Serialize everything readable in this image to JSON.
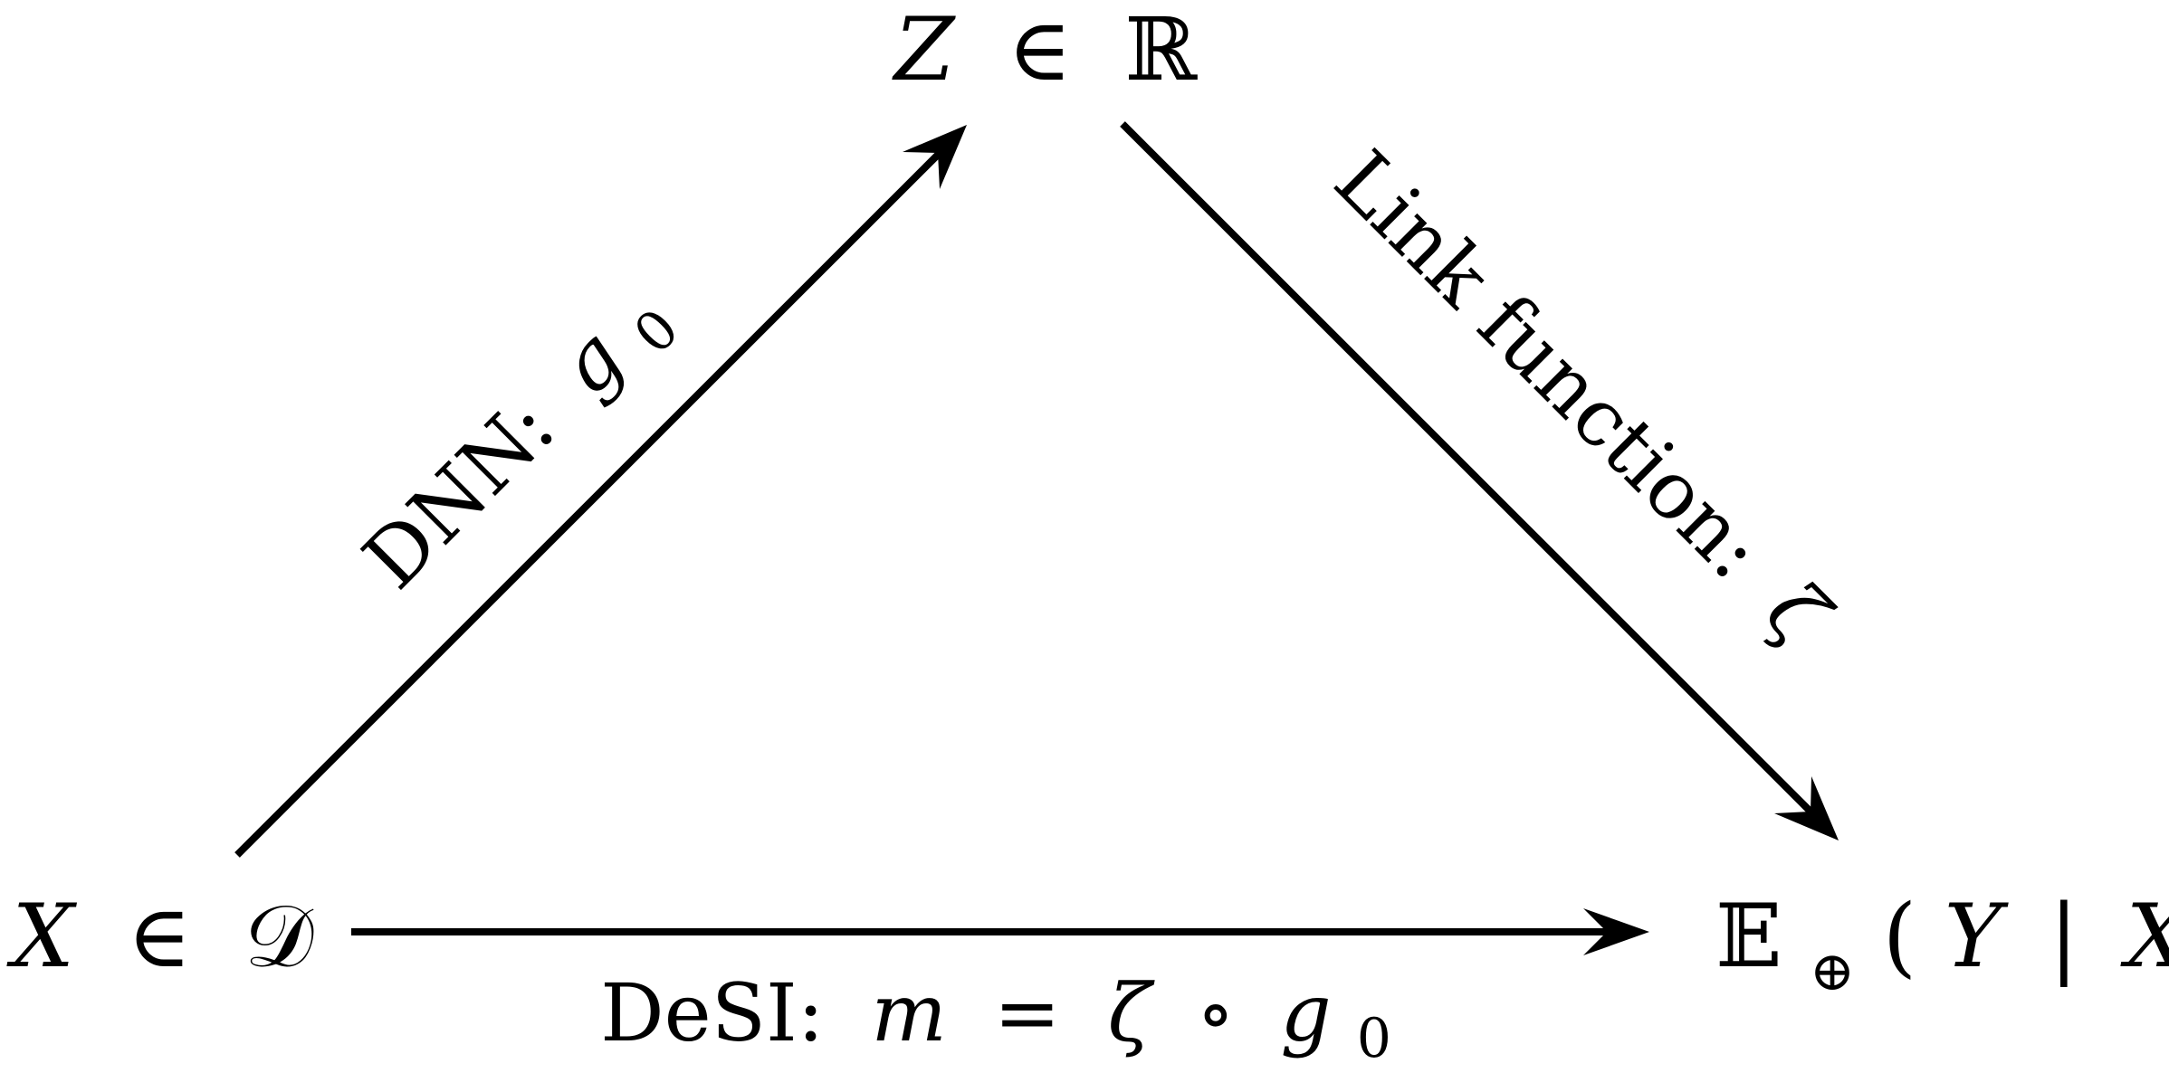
{
  "nodes": {
    "top": {
      "var": "Z",
      "rel": "∈",
      "set": "ℝ"
    },
    "left": {
      "var": "X",
      "rel": "∈",
      "set": "𝒟"
    },
    "right": {
      "op": "𝔼",
      "sub": "⊕",
      "open": "(",
      "var1": "Y",
      "bar": "|",
      "var2": "X",
      "close": ")"
    }
  },
  "edges": {
    "dnn": {
      "label": "DNN:",
      "func": "g",
      "sub": "0"
    },
    "link": {
      "label": "Link function:",
      "func": "ζ"
    },
    "desi": {
      "label": "DeSI:",
      "lhs": "m",
      "eq": "=",
      "func1": "ζ",
      "compose": "∘",
      "func2": "g",
      "sub": "0"
    }
  },
  "colors": {
    "ink": "#000000",
    "background": "#ffffff"
  }
}
